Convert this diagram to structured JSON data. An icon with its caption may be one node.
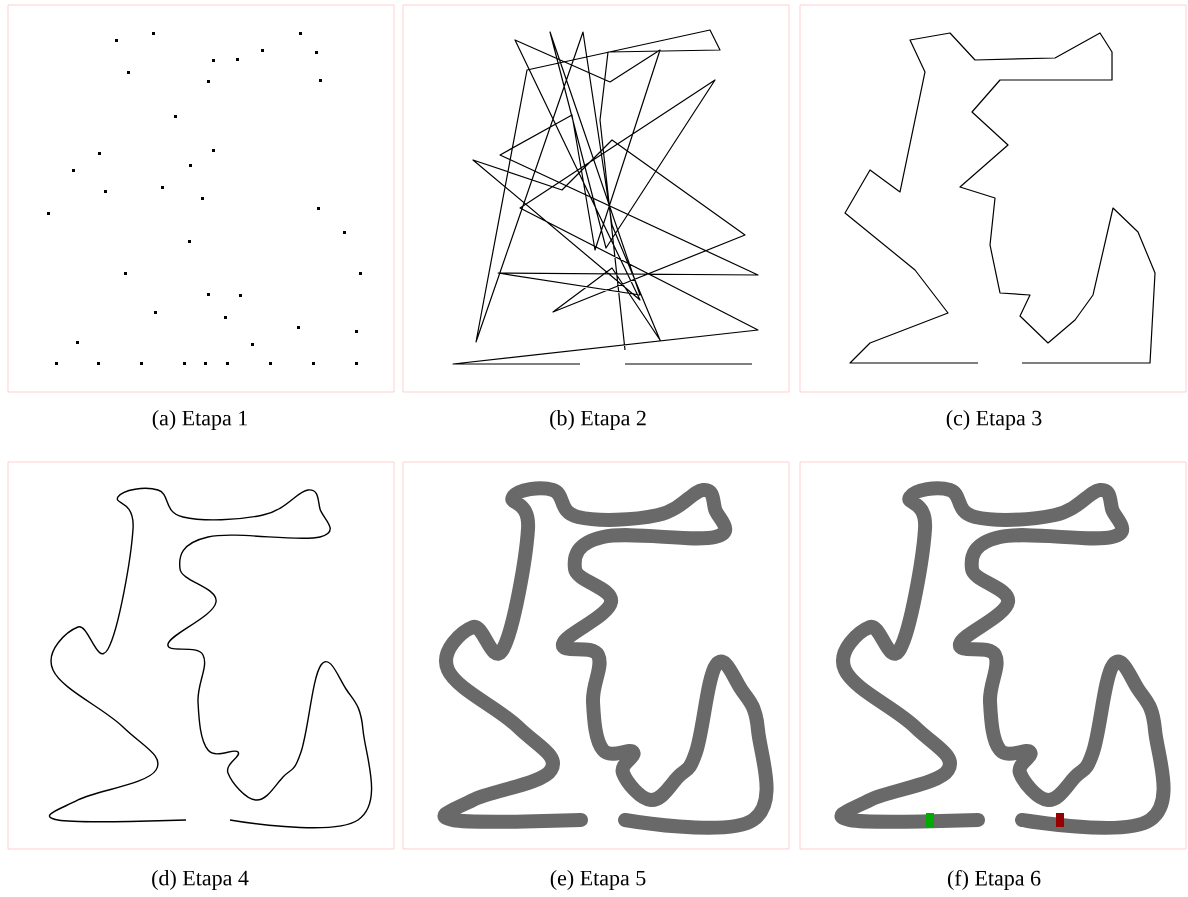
{
  "diagram": {
    "labels": [
      "(a) Etapa 1",
      "(b) Etapa 2",
      "(c) Etapa 3",
      "(d) Etapa 4",
      "(e) Etapa 5",
      "(f) Etapa 6"
    ]
  }
}
